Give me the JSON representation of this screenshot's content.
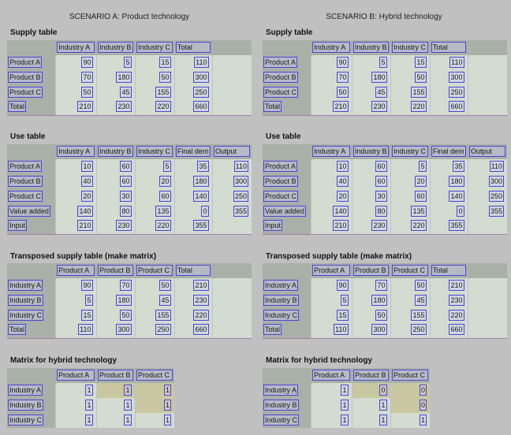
{
  "scenario_a": {
    "title": "SCENARIO A: Product technology",
    "supply": {
      "title": "Supply table",
      "headers": [
        "Industry A",
        "Industry B",
        "Industry C",
        "Total"
      ],
      "rows": [
        {
          "label": "Product A",
          "values": [
            "90",
            "5",
            "15",
            "110"
          ]
        },
        {
          "label": "Product B",
          "values": [
            "70",
            "180",
            "50",
            "300"
          ]
        },
        {
          "label": "Product C",
          "values": [
            "50",
            "45",
            "155",
            "250"
          ]
        },
        {
          "label": "Total",
          "values": [
            "210",
            "230",
            "220",
            "660"
          ]
        }
      ]
    },
    "use": {
      "title": "Use table",
      "headers": [
        "Industry A",
        "Industry B",
        "Industry C",
        "Final dem",
        "Output"
      ],
      "rows": [
        {
          "label": "Product A",
          "values": [
            "10",
            "60",
            "5",
            "35",
            "110"
          ]
        },
        {
          "label": "Product B",
          "values": [
            "40",
            "60",
            "20",
            "180",
            "300"
          ]
        },
        {
          "label": "Product C",
          "values": [
            "20",
            "30",
            "60",
            "140",
            "250"
          ]
        },
        {
          "label": "Value added",
          "values": [
            "140",
            "80",
            "135",
            "0",
            "355"
          ]
        },
        {
          "label": "Input",
          "values": [
            "210",
            "230",
            "220",
            "355",
            ""
          ]
        }
      ]
    },
    "transposed": {
      "title": "Transposed supply table (make matrix)",
      "headers": [
        "Product A",
        "Product B",
        "Product C",
        "Total"
      ],
      "rows": [
        {
          "label": "Industry A",
          "values": [
            "90",
            "70",
            "50",
            "210"
          ]
        },
        {
          "label": "Industry B",
          "values": [
            "5",
            "180",
            "45",
            "230"
          ]
        },
        {
          "label": "Industry C",
          "values": [
            "15",
            "50",
            "155",
            "220"
          ]
        },
        {
          "label": "Total",
          "values": [
            "110",
            "300",
            "250",
            "660"
          ]
        }
      ]
    },
    "matrix": {
      "title": "Matrix for hybrid technology",
      "headers": [
        "Product A",
        "Product B",
        "Product C"
      ],
      "rows": [
        {
          "label": "Industry A",
          "values": [
            "1",
            "1",
            "1"
          ]
        },
        {
          "label": "Industry B",
          "values": [
            "1",
            "1",
            "1"
          ]
        },
        {
          "label": "Industry C",
          "values": [
            "1",
            "1",
            "1"
          ]
        }
      ]
    }
  },
  "scenario_b": {
    "title": "SCENARIO B: Hybrid technology",
    "supply": {
      "title": "Supply table",
      "headers": [
        "Industry A",
        "Industry B",
        "Industry C",
        "Total"
      ],
      "rows": [
        {
          "label": "Product A",
          "values": [
            "90",
            "5",
            "15",
            "110"
          ]
        },
        {
          "label": "Product B",
          "values": [
            "70",
            "180",
            "50",
            "300"
          ]
        },
        {
          "label": "Product C",
          "values": [
            "50",
            "45",
            "155",
            "250"
          ]
        },
        {
          "label": "Total",
          "values": [
            "210",
            "230",
            "220",
            "660"
          ]
        }
      ]
    },
    "use": {
      "title": "Use table",
      "headers": [
        "Industry A",
        "Industry B",
        "Industry C",
        "Final dem",
        "Output"
      ],
      "rows": [
        {
          "label": "Product A",
          "values": [
            "10",
            "60",
            "5",
            "35",
            "110"
          ]
        },
        {
          "label": "Product B",
          "values": [
            "40",
            "60",
            "20",
            "180",
            "300"
          ]
        },
        {
          "label": "Product C",
          "values": [
            "20",
            "30",
            "60",
            "140",
            "250"
          ]
        },
        {
          "label": "Value added",
          "values": [
            "140",
            "80",
            "135",
            "0",
            "355"
          ]
        },
        {
          "label": "Input",
          "values": [
            "210",
            "230",
            "220",
            "355",
            ""
          ]
        }
      ]
    },
    "transposed": {
      "title": "Transposed supply table (make matrix)",
      "headers": [
        "Product A",
        "Product B",
        "Product C",
        "Total"
      ],
      "rows": [
        {
          "label": "Industry A",
          "values": [
            "90",
            "70",
            "50",
            "210"
          ]
        },
        {
          "label": "Industry B",
          "values": [
            "5",
            "180",
            "45",
            "230"
          ]
        },
        {
          "label": "Industry C",
          "values": [
            "15",
            "50",
            "155",
            "220"
          ]
        },
        {
          "label": "Total",
          "values": [
            "110",
            "300",
            "250",
            "660"
          ]
        }
      ]
    },
    "matrix": {
      "title": "Matrix for hybrid technology",
      "headers": [
        "Product A",
        "Product B",
        "Product C"
      ],
      "rows": [
        {
          "label": "Industry A",
          "values": [
            "1",
            "0",
            "0"
          ]
        },
        {
          "label": "Industry B",
          "values": [
            "1",
            "1",
            "0"
          ]
        },
        {
          "label": "Industry C",
          "values": [
            "1",
            "1",
            "1"
          ]
        }
      ]
    }
  }
}
